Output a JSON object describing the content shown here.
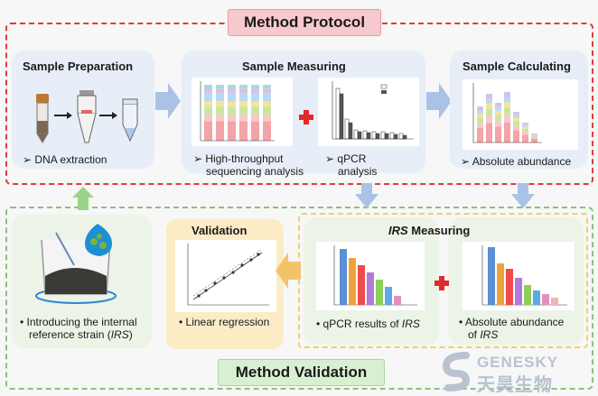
{
  "titles": {
    "protocol": "Method Protocol",
    "validation_section": "Method Validation"
  },
  "panels": {
    "sample_preparation": {
      "title": "Sample Preparation",
      "bullet": "DNA extraction"
    },
    "sample_measuring": {
      "title": "Sample Measuring",
      "bullet_left_1": "High-throughput",
      "bullet_left_2": "sequencing analysis",
      "bullet_right_1": "qPCR",
      "bullet_right_2": "analysis"
    },
    "sample_calculating": {
      "title": "Sample Calculating",
      "bullet": "Absolute abundance"
    },
    "irs_measuring": {
      "title_italic": "IRS",
      "title_rest": " Measuring",
      "bullet_left_1": "qPCR results of ",
      "bullet_left_2": "IRS",
      "bullet_right_1": "Absolute abundance",
      "bullet_right_2_pre": "of ",
      "bullet_right_2": "IRS"
    },
    "validation": {
      "title": "Validation",
      "bullet": "Linear regression"
    },
    "introducing": {
      "bullet_1": "Introducing the internal",
      "bullet_2_pre": "reference strain (",
      "bullet_2_italic": "IRS",
      "bullet_2_post": ")"
    }
  },
  "logo": {
    "brand": "GENESKY",
    "chinese": "天昊生物"
  },
  "colors": {
    "red": "#e23b3b",
    "green": "#8cc17a",
    "yellow": "#f0cf6a",
    "blue_arrow": "#a9c2e6",
    "green_arrow": "#9bd38a",
    "orange_arrow": "#f3c36b"
  }
}
